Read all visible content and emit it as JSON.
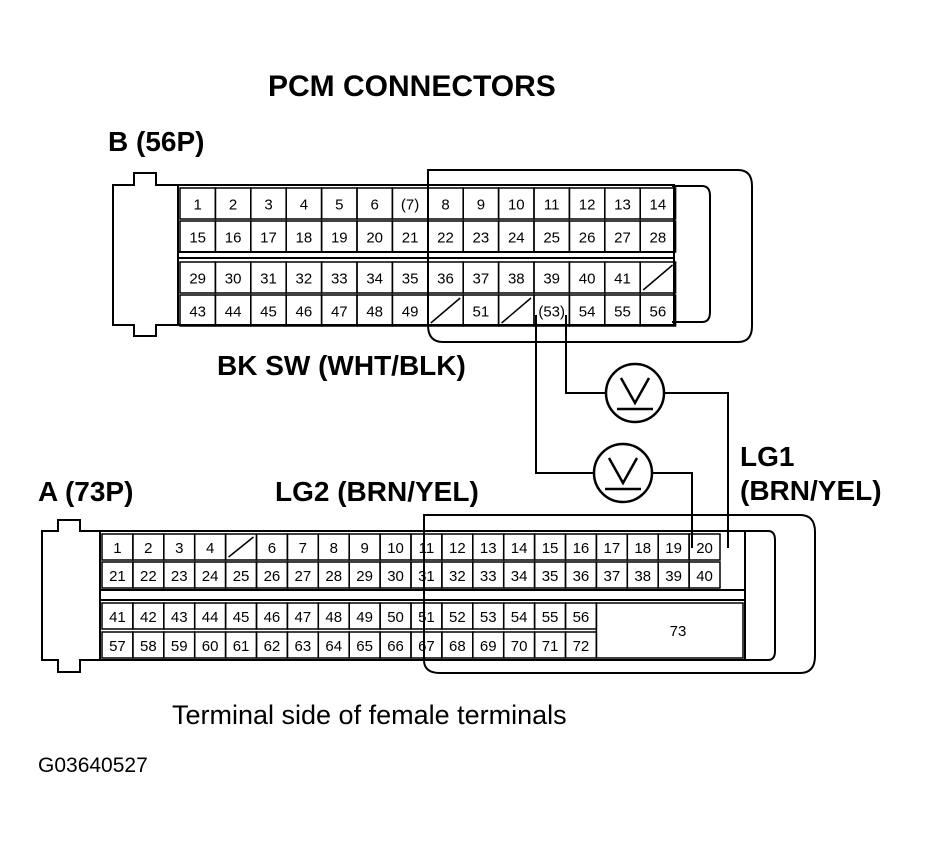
{
  "title": "PCM CONNECTORS",
  "connector_b": {
    "label": "B (56P)",
    "rows": [
      [
        "1",
        "2",
        "3",
        "4",
        "5",
        "6",
        "(7)",
        "8",
        "9",
        "10",
        "11",
        "12",
        "13",
        "14"
      ],
      [
        "15",
        "16",
        "17",
        "18",
        "19",
        "20",
        "21",
        "22",
        "23",
        "24",
        "25",
        "26",
        "27",
        "28"
      ],
      [
        "29",
        "30",
        "31",
        "32",
        "33",
        "34",
        "35",
        "36",
        "37",
        "38",
        "39",
        "40",
        "41",
        ""
      ],
      [
        "43",
        "44",
        "45",
        "46",
        "47",
        "48",
        "49",
        "",
        "51",
        "",
        "(53)",
        "54",
        "55",
        "56"
      ]
    ]
  },
  "connector_a": {
    "label": "A (73P)",
    "rows": [
      [
        "1",
        "2",
        "3",
        "4",
        "",
        "6",
        "7",
        "8",
        "9",
        "10",
        "11",
        "12",
        "13",
        "14",
        "15",
        "16",
        "17",
        "18",
        "19",
        "20"
      ],
      [
        "21",
        "22",
        "23",
        "24",
        "25",
        "26",
        "27",
        "28",
        "29",
        "30",
        "31",
        "32",
        "33",
        "34",
        "35",
        "36",
        "37",
        "38",
        "39",
        "40"
      ],
      [
        "41",
        "42",
        "43",
        "44",
        "45",
        "46",
        "47",
        "48",
        "49",
        "50",
        "51",
        "52",
        "53",
        "54",
        "55",
        "56"
      ],
      [
        "57",
        "58",
        "59",
        "60",
        "61",
        "62",
        "63",
        "64",
        "65",
        "66",
        "67",
        "68",
        "69",
        "70",
        "71",
        "72"
      ]
    ],
    "big_cell": "73"
  },
  "wires": {
    "bk_sw": "BK SW (WHT/BLK)",
    "lg2": "LG2 (BRN/YEL)",
    "lg1_line1": "LG1",
    "lg1_line2": "(BRN/YEL)"
  },
  "meter_symbol": "voltmeter",
  "caption": "Terminal side of female terminals",
  "figure_code": "G03640527"
}
